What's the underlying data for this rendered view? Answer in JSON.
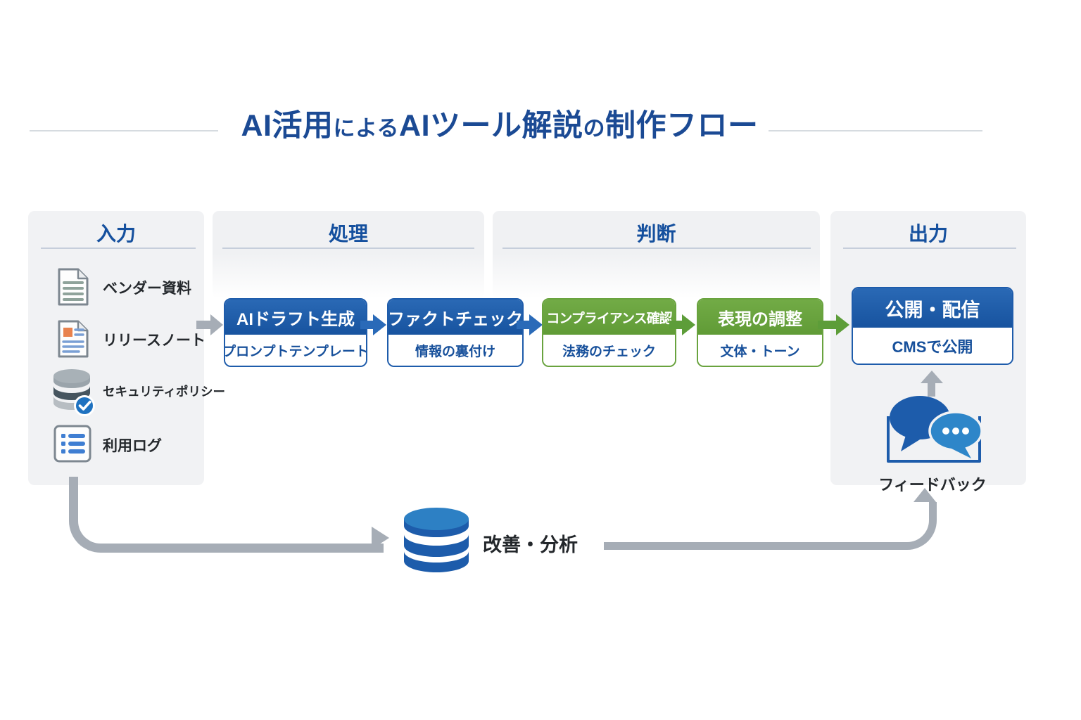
{
  "title": {
    "seg1": "AI活用",
    "seg2": "による",
    "seg3": "AIツール解説",
    "seg4": "の",
    "seg5": "制作フロー"
  },
  "columns": {
    "input": {
      "header": "入力",
      "items": [
        {
          "label": "ベンダー資料",
          "icon": "document-lines-icon"
        },
        {
          "label": "リリースノート",
          "icon": "release-note-icon"
        },
        {
          "label": "セキュリティポリシー",
          "icon": "database-check-icon"
        },
        {
          "label": "利用ログ",
          "icon": "usage-log-list-icon"
        }
      ]
    },
    "process": {
      "header": "処理",
      "steps": [
        {
          "title": "AIドラフト生成",
          "subtitle": "プロンプトテンプレート"
        },
        {
          "title": "ファクトチェック",
          "subtitle": "情報の裏付け"
        }
      ]
    },
    "judgment": {
      "header": "判断",
      "steps": [
        {
          "title": "コンプライアンス確認",
          "subtitle": "法務のチェック"
        },
        {
          "title": "表現の調整",
          "subtitle": "文体・トーン"
        }
      ]
    },
    "output": {
      "header": "出力",
      "publish": {
        "title": "公開・配信",
        "subtitle": "CMSで公開"
      },
      "feedback_label": "フィードバック"
    }
  },
  "loop": {
    "label": "改善・分析"
  },
  "colors": {
    "title_blue": "#1b4a94",
    "header_blue": "#15509e",
    "box_blue": "#1e5cab",
    "box_green": "#69a33e",
    "subtitle_blue": "#17509b",
    "arrow_gray": "#a6adb6",
    "panel_bg": "#f1f2f4",
    "db_light_blue": "#2d80c4",
    "db_dark_blue": "#1d5cab",
    "bubble_dark": "#1d5cab",
    "bubble_light": "#2e86c9",
    "note_orange": "#e8824e"
  }
}
